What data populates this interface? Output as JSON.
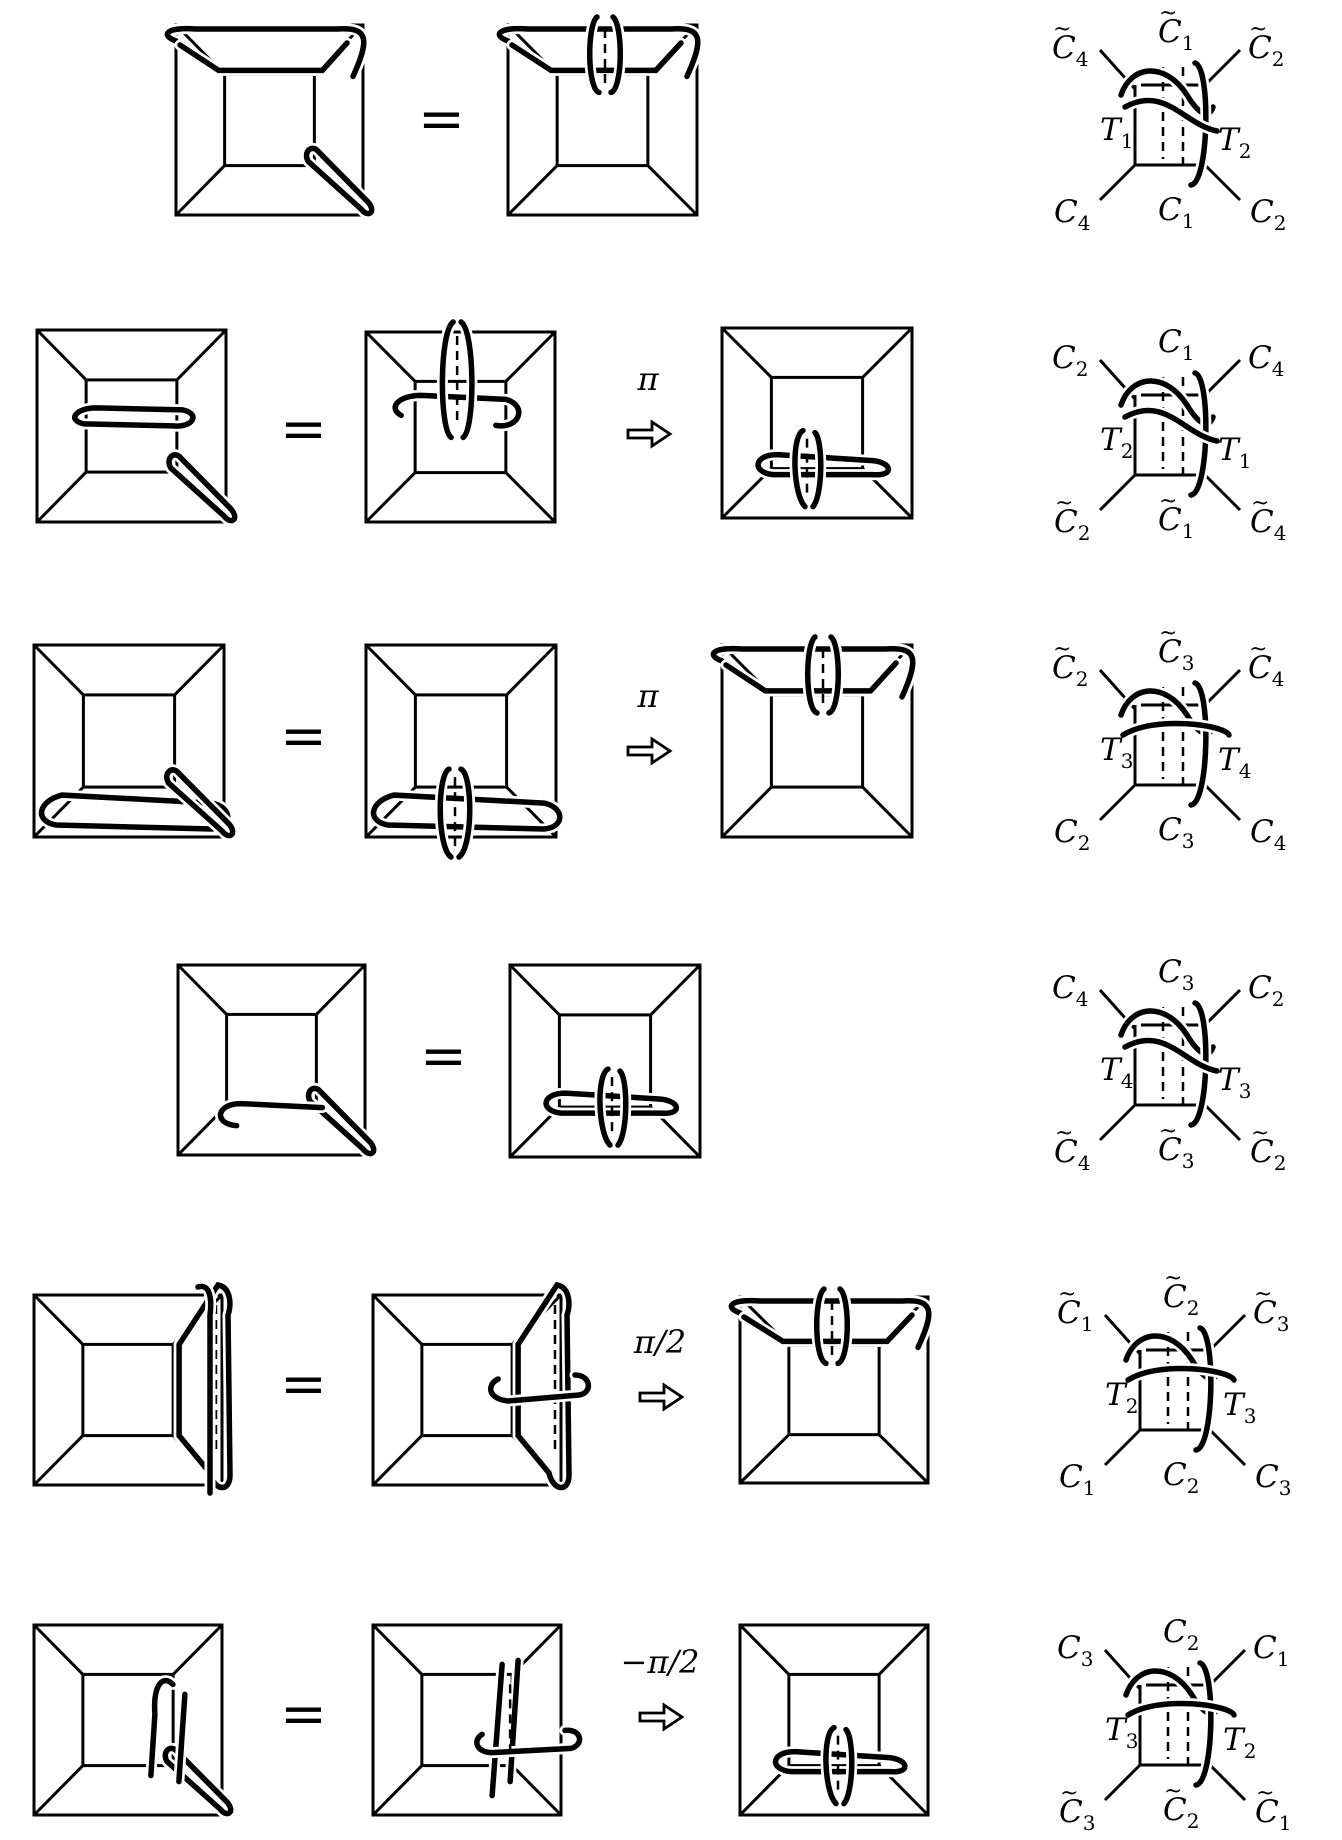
{
  "figure": {
    "equals_sign": "=",
    "rows": [
      {
        "id": "r1",
        "transform": "",
        "labels": {
          "top_left": {
            "base": "C",
            "sub": "4",
            "tilde": true
          },
          "top_mid": {
            "base": "C",
            "sub": "1",
            "tilde": true
          },
          "top_right": {
            "base": "C",
            "sub": "2",
            "tilde": true
          },
          "mid_left": {
            "base": "T",
            "sub": "1",
            "tilde": false
          },
          "mid_right": {
            "base": "T",
            "sub": "2",
            "tilde": false
          },
          "bot_left": {
            "base": "C",
            "sub": "4",
            "tilde": false
          },
          "bot_mid": {
            "base": "C",
            "sub": "1",
            "tilde": false
          },
          "bot_right": {
            "base": "C",
            "sub": "2",
            "tilde": false
          }
        }
      },
      {
        "id": "r2",
        "transform": "π",
        "labels": {
          "top_left": {
            "base": "C",
            "sub": "2",
            "tilde": false
          },
          "top_mid": {
            "base": "C",
            "sub": "1",
            "tilde": false
          },
          "top_right": {
            "base": "C",
            "sub": "4",
            "tilde": false
          },
          "mid_left": {
            "base": "T",
            "sub": "2",
            "tilde": false
          },
          "mid_right": {
            "base": "T",
            "sub": "1",
            "tilde": false
          },
          "bot_left": {
            "base": "C",
            "sub": "2",
            "tilde": true
          },
          "bot_mid": {
            "base": "C",
            "sub": "1",
            "tilde": true
          },
          "bot_right": {
            "base": "C",
            "sub": "4",
            "tilde": true
          }
        }
      },
      {
        "id": "r3",
        "transform": "π",
        "labels": {
          "top_left": {
            "base": "C",
            "sub": "2",
            "tilde": true
          },
          "top_mid": {
            "base": "C",
            "sub": "3",
            "tilde": true
          },
          "top_right": {
            "base": "C",
            "sub": "4",
            "tilde": true
          },
          "mid_left": {
            "base": "T",
            "sub": "3",
            "tilde": false
          },
          "mid_right": {
            "base": "T",
            "sub": "4",
            "tilde": false
          },
          "bot_left": {
            "base": "C",
            "sub": "2",
            "tilde": false
          },
          "bot_mid": {
            "base": "C",
            "sub": "3",
            "tilde": false
          },
          "bot_right": {
            "base": "C",
            "sub": "4",
            "tilde": false
          }
        }
      },
      {
        "id": "r4",
        "transform": "",
        "labels": {
          "top_left": {
            "base": "C",
            "sub": "4",
            "tilde": false
          },
          "top_mid": {
            "base": "C",
            "sub": "3",
            "tilde": false
          },
          "top_right": {
            "base": "C",
            "sub": "2",
            "tilde": false
          },
          "mid_left": {
            "base": "T",
            "sub": "4",
            "tilde": false
          },
          "mid_right": {
            "base": "T",
            "sub": "3",
            "tilde": false
          },
          "bot_left": {
            "base": "C",
            "sub": "4",
            "tilde": true
          },
          "bot_mid": {
            "base": "C",
            "sub": "3",
            "tilde": true
          },
          "bot_right": {
            "base": "C",
            "sub": "2",
            "tilde": true
          }
        }
      },
      {
        "id": "r5",
        "transform": "π/2",
        "labels": {
          "top_left": {
            "base": "C",
            "sub": "1",
            "tilde": true
          },
          "top_mid": {
            "base": "C",
            "sub": "2",
            "tilde": true
          },
          "top_right": {
            "base": "C",
            "sub": "3",
            "tilde": true
          },
          "mid_left": {
            "base": "T",
            "sub": "2",
            "tilde": false
          },
          "mid_right": {
            "base": "T",
            "sub": "3",
            "tilde": false
          },
          "bot_left": {
            "base": "C",
            "sub": "1",
            "tilde": false
          },
          "bot_mid": {
            "base": "C",
            "sub": "2",
            "tilde": false
          },
          "bot_right": {
            "base": "C",
            "sub": "3",
            "tilde": false
          }
        }
      },
      {
        "id": "r6",
        "transform": "−π/2",
        "labels": {
          "top_left": {
            "base": "C",
            "sub": "3",
            "tilde": false
          },
          "top_mid": {
            "base": "C",
            "sub": "2",
            "tilde": false
          },
          "top_right": {
            "base": "C",
            "sub": "1",
            "tilde": false
          },
          "mid_left": {
            "base": "T",
            "sub": "3",
            "tilde": false
          },
          "mid_right": {
            "base": "T",
            "sub": "2",
            "tilde": false
          },
          "bot_left": {
            "base": "C",
            "sub": "3",
            "tilde": true
          },
          "bot_mid": {
            "base": "C",
            "sub": "2",
            "tilde": true
          },
          "bot_right": {
            "base": "C",
            "sub": "1",
            "tilde": true
          }
        }
      }
    ]
  }
}
